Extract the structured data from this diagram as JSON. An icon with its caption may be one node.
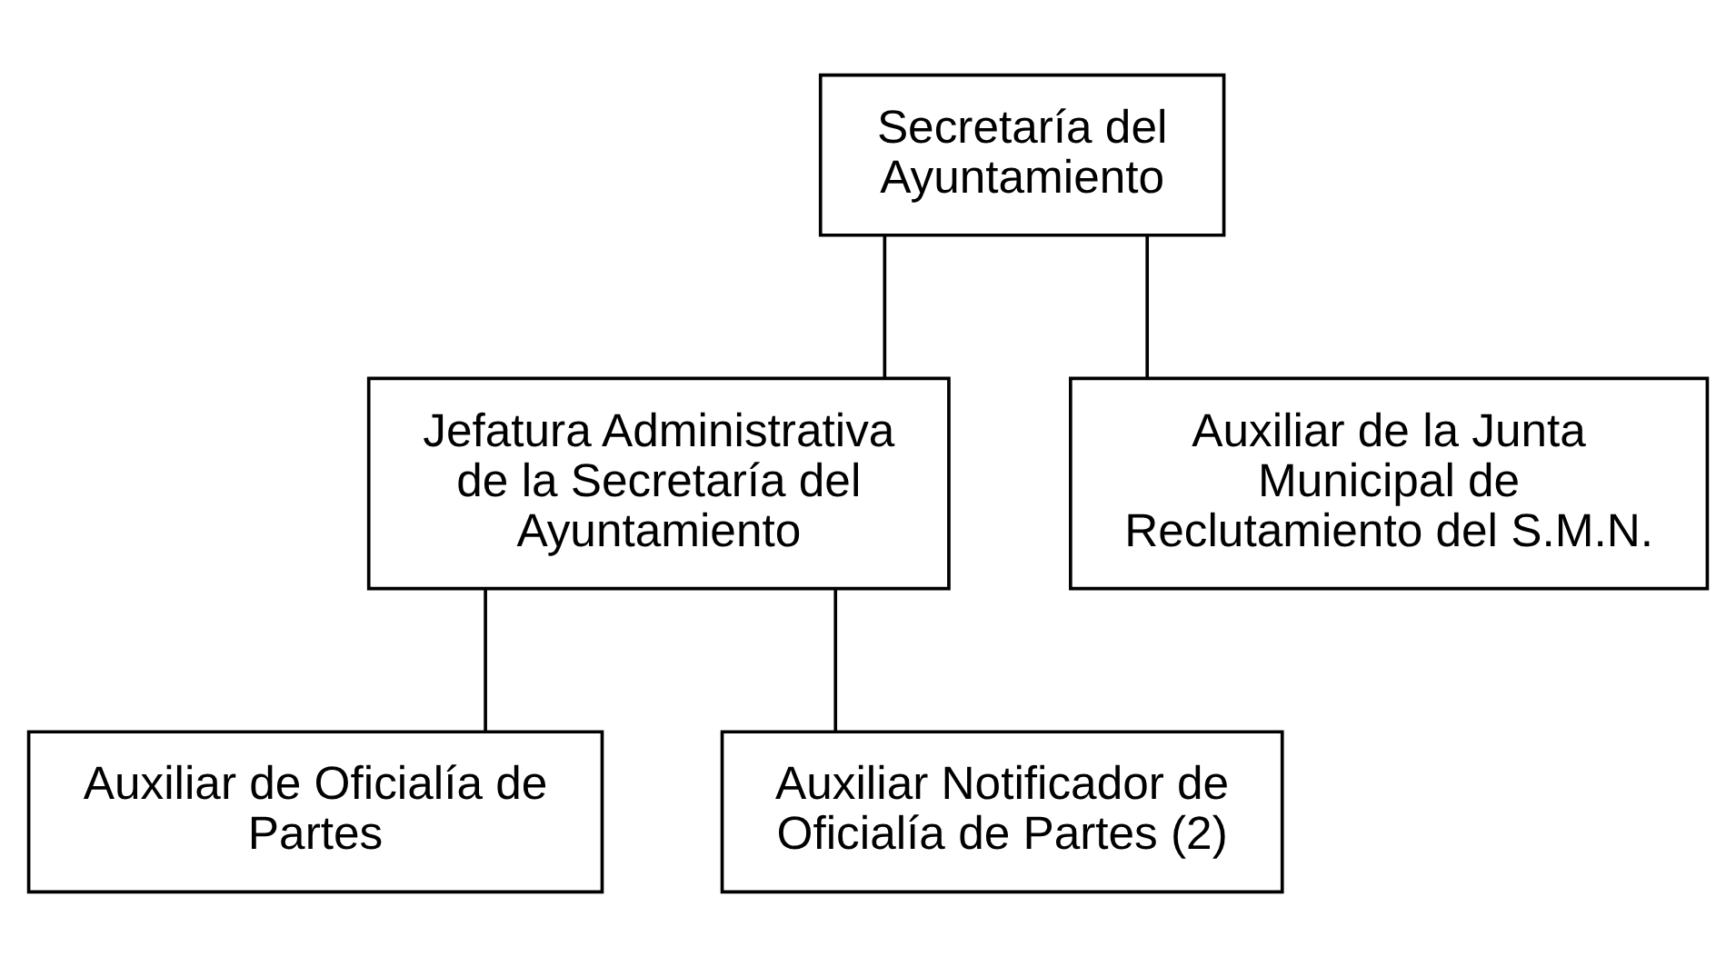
{
  "diagram": {
    "nodes": [
      {
        "text": [
          "Secretaría del Ayuntamiento"
        ]
      },
      {
        "text": [
          "Jefatura Administrativa de la Secretaría del Ayuntamiento"
        ]
      },
      {
        "text": [
          "Auxiliar de Oficialía de Partes"
        ]
      },
      {
        "text": [
          "Auxiliar Notificador de Oficialía de Partes (2)"
        ]
      },
      {
        "text": [
          "Auxiliar de la Junta Municipal de Reclutamiento del S.M.N."
        ]
      }
    ],
    "edges": [
      {
        "from": 0,
        "to": 1,
        "arrow": "none"
      },
      {
        "from": 0,
        "to": 4,
        "arrow": "none"
      },
      {
        "from": 1,
        "to": 2,
        "arrow": "none"
      },
      {
        "from": 1,
        "to": 3,
        "arrow": "none"
      }
    ]
  }
}
